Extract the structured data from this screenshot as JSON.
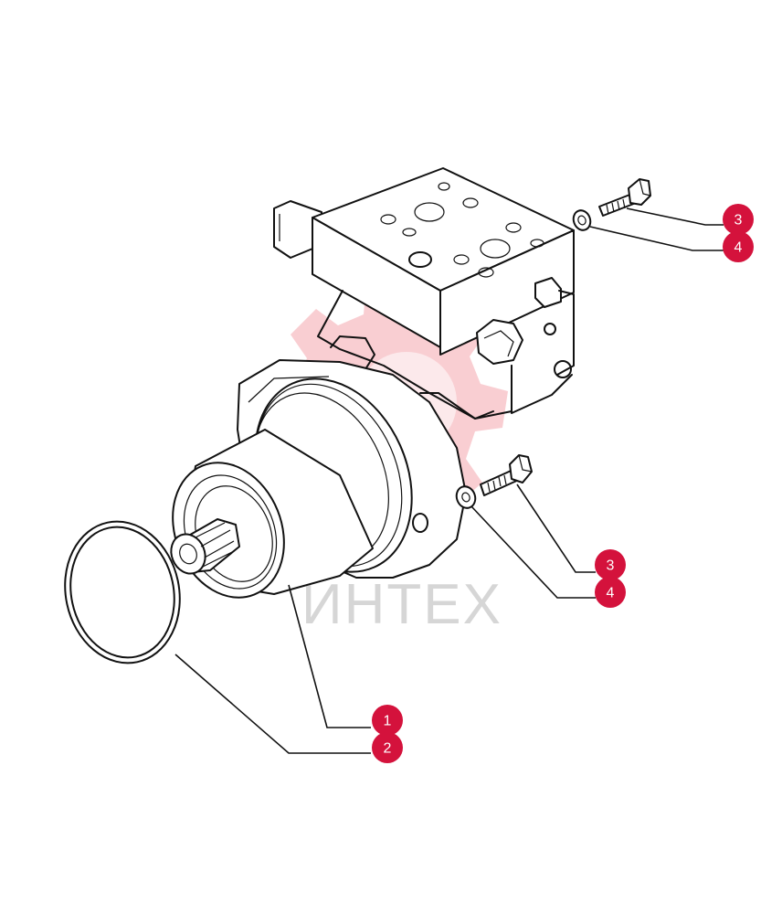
{
  "diagram": {
    "watermark": {
      "text": "ИНТЕХ",
      "color": "#f4a6ad"
    },
    "callout_color": "#d4123c",
    "callouts": [
      {
        "id": "c3a",
        "label": "3"
      },
      {
        "id": "c4a",
        "label": "4"
      },
      {
        "id": "c3b",
        "label": "3"
      },
      {
        "id": "c4b",
        "label": "4"
      },
      {
        "id": "c1",
        "label": "1"
      },
      {
        "id": "c2",
        "label": "2"
      }
    ]
  }
}
